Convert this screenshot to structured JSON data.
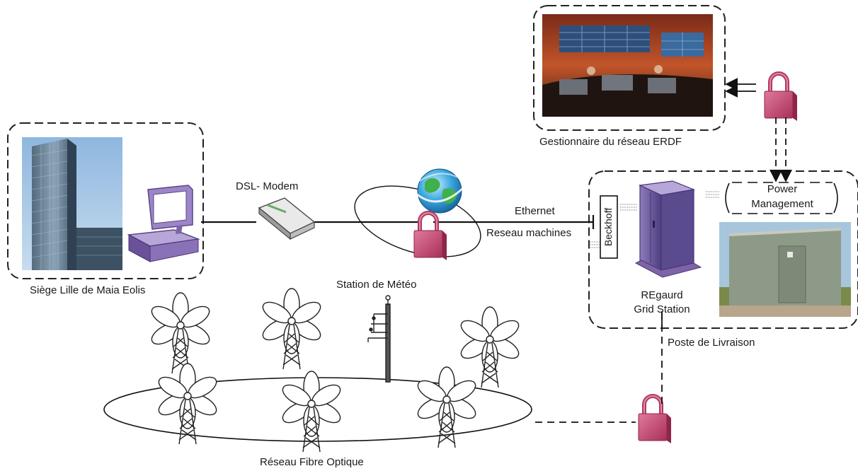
{
  "labels": {
    "siege": "Siège Lille de Maia Eolis",
    "dsl_modem": "DSL- Modem",
    "ethernet": "Ethernet",
    "reseau_machines": "Reseau machines",
    "station_meteo": "Station de Météo",
    "gestionnaire": "Gestionnaire du réseau ERDF",
    "power_line1": "Power",
    "power_line2": "Management",
    "beckhoff": "Beckhoff",
    "regaurd_line1": "REgaurd",
    "regaurd_line2": "Grid Station",
    "poste": "Poste de Livraison",
    "fibre": "Réseau Fibre Optique"
  },
  "icons": {
    "building": "office-tower-photo",
    "computer": "desktop-computer-icon",
    "modem": "dsl-modem-icon",
    "globe": "globe-icon",
    "lock": "padlock-icon",
    "control_room": "control-room-photo",
    "server": "server-cabinet-icon",
    "substation": "substation-photo",
    "turbine": "wind-turbine-icon",
    "weather_mast": "weather-mast-icon"
  },
  "colors": {
    "lock": "#c2406c",
    "computer": "#7e64a6",
    "server": "#6e5a9e",
    "globe": "#2f9fd6"
  }
}
